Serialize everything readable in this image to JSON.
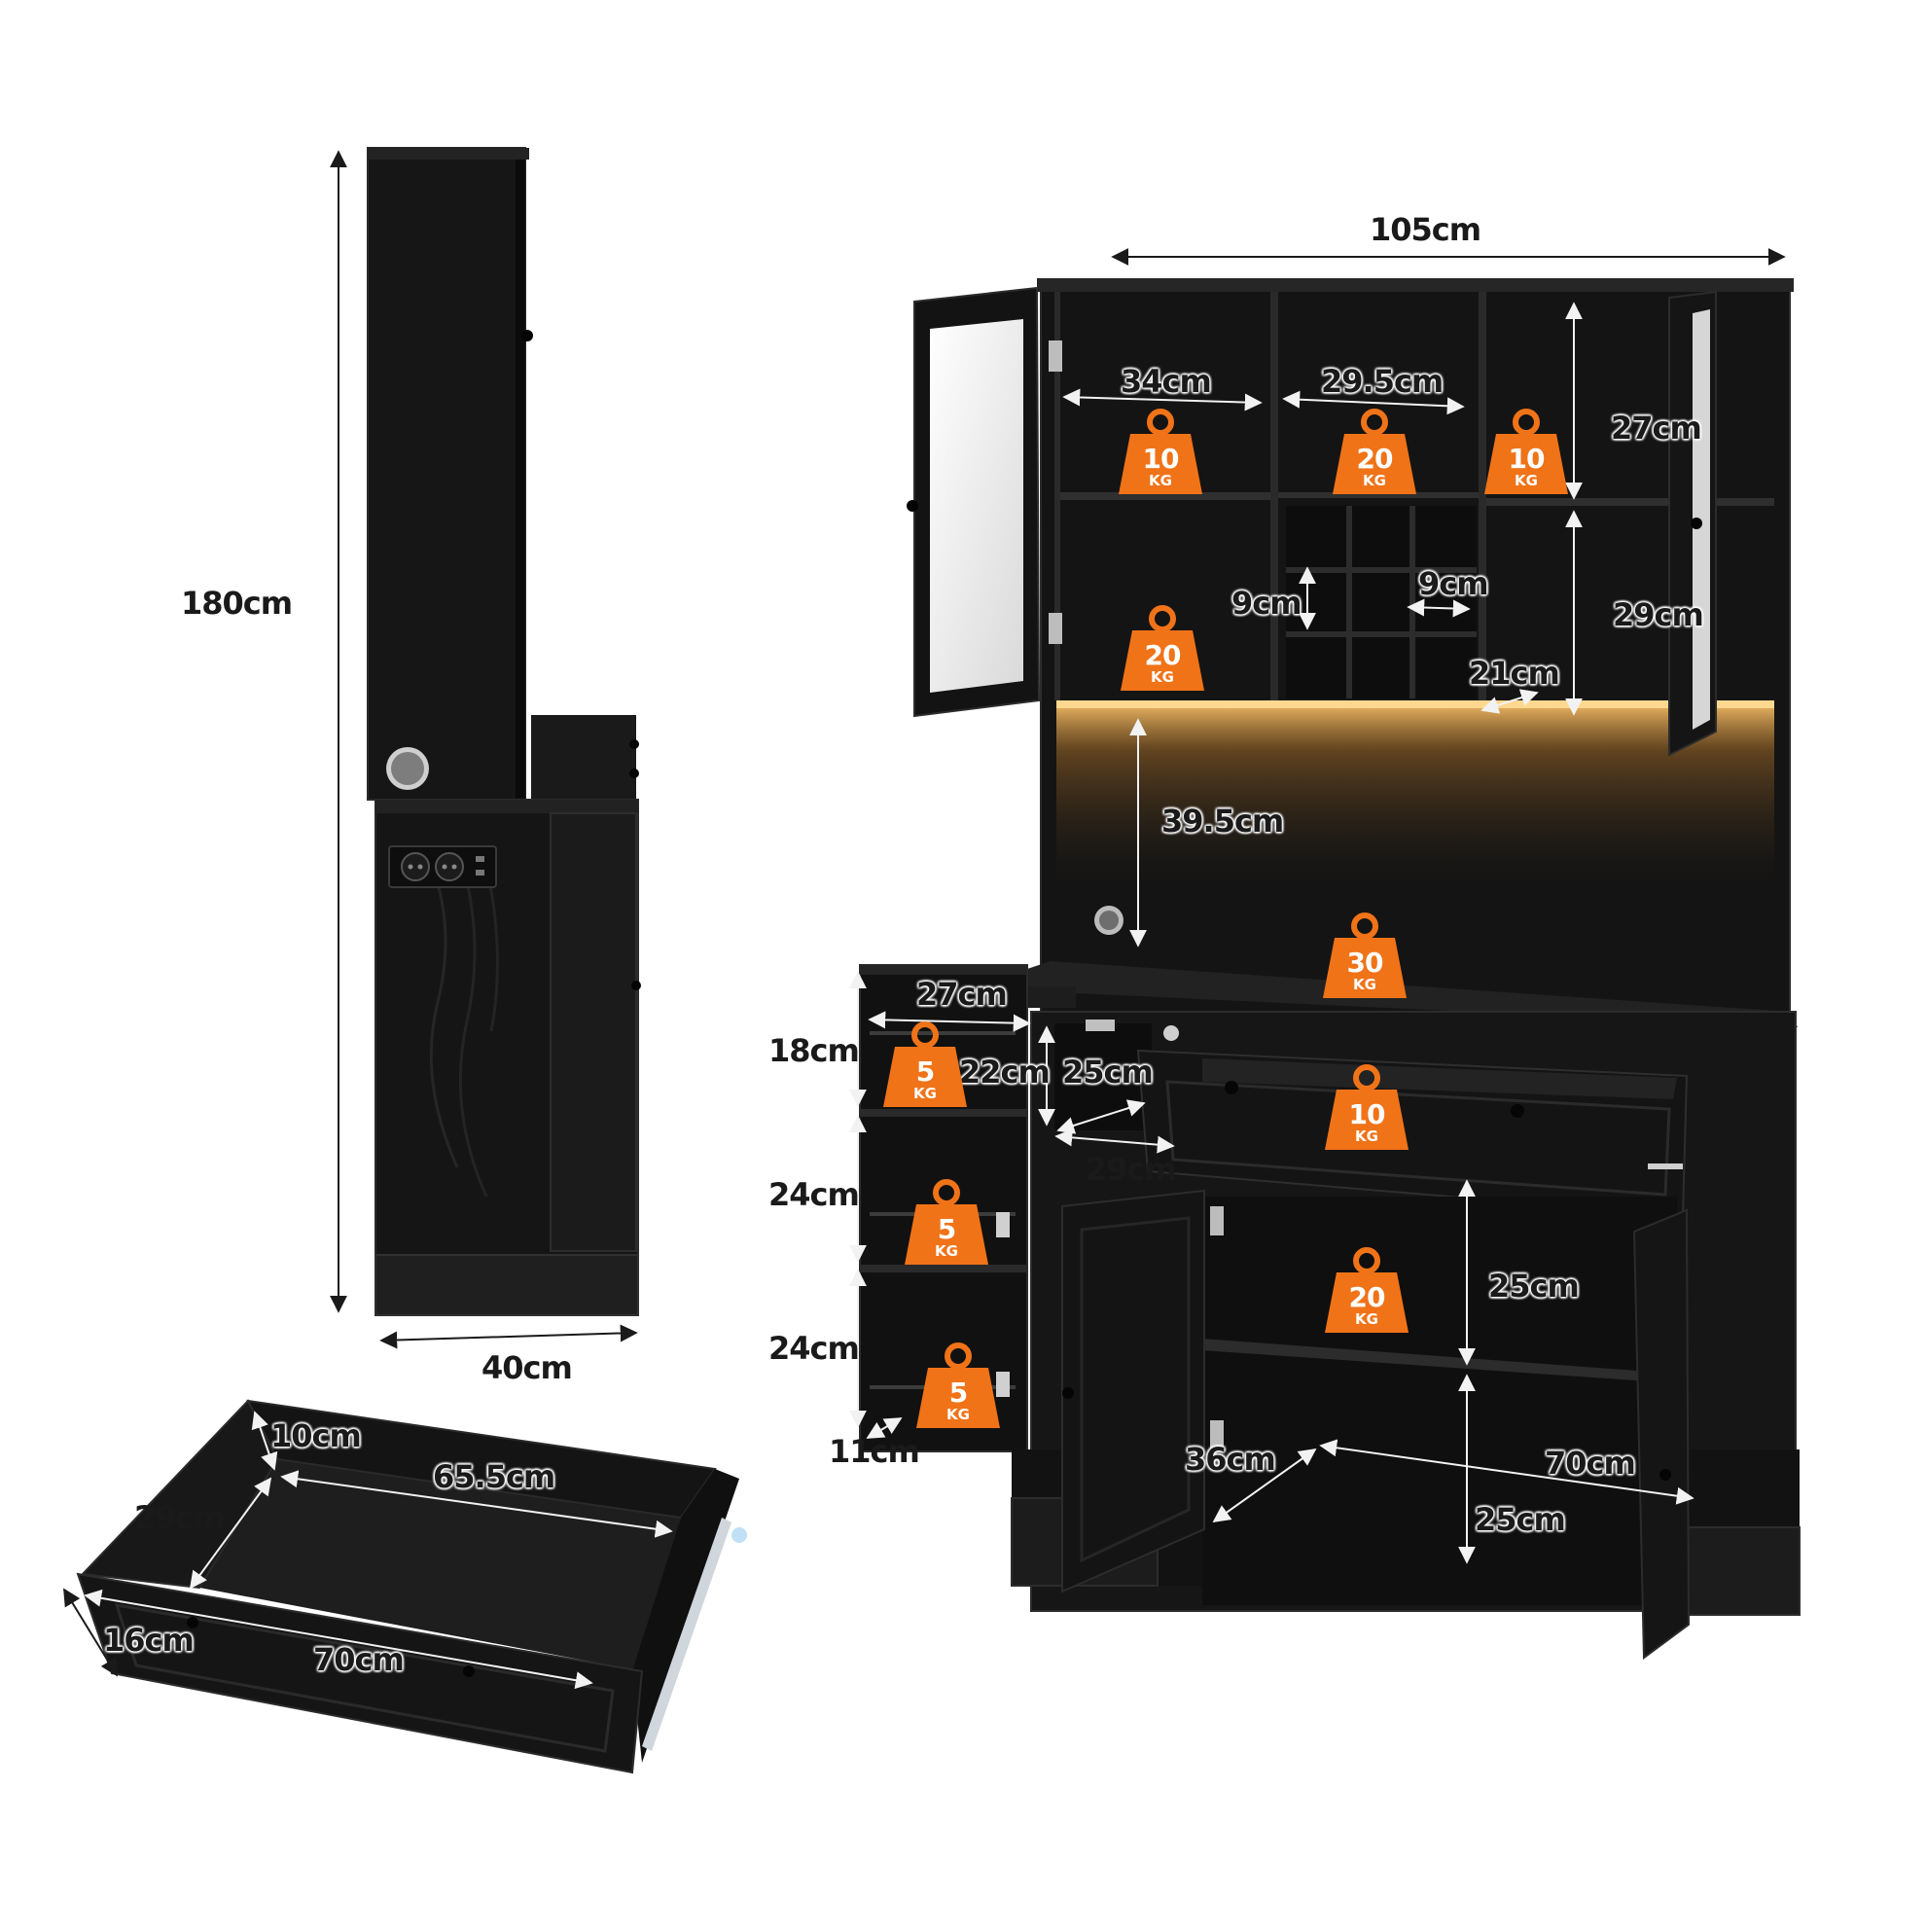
{
  "colors": {
    "cabinet": "#141414",
    "cabinet_edge": "#2e2e2e",
    "weight_badge": "#f07318",
    "dimension_text": "#1a1a1a",
    "led_glow": "#ffc56a",
    "background": "#ffffff"
  },
  "side_view": {
    "height_label": "180cm",
    "depth_label": "40cm",
    "icons": [
      "power-outlet-icon",
      "usb-port-icon",
      "cable-hole-icon"
    ]
  },
  "front_view": {
    "width_label": "105cm",
    "hutch": {
      "top_left_width": "34cm",
      "top_middle_width": "29.5cm",
      "top_right_height": "27cm",
      "wine_cell_height": "9cm",
      "wine_cell_width": "9cm",
      "lower_right_height": "29cm",
      "lower_right_depth": "21cm",
      "open_shelf_height": "39.5cm"
    },
    "side_rack": {
      "width": "27cm",
      "top_height": "18cm",
      "mid_height": "24cm",
      "bottom_height": "24cm",
      "depth": "11cm"
    },
    "drawer_cubby": {
      "height": "22cm",
      "width": "25cm",
      "depth": "29cm"
    },
    "base_cabinet": {
      "upper_height": "25cm",
      "lower_height": "25cm",
      "depth": "36cm",
      "width": "70cm"
    }
  },
  "weight_limits": {
    "unit": "KG",
    "hutch_top_left": "10",
    "hutch_top_middle": "20",
    "hutch_top_right": "10",
    "hutch_lower_left": "20",
    "countertop": "30",
    "rack_top": "5",
    "rack_middle": "5",
    "rack_bottom": "5",
    "drawer": "10",
    "base_cabinet": "20"
  },
  "drawer_view": {
    "height_label": "10cm",
    "inner_width_label": "65.5cm",
    "inner_depth_label": "29cm",
    "front_height_label": "16cm",
    "front_width_label": "70cm"
  }
}
